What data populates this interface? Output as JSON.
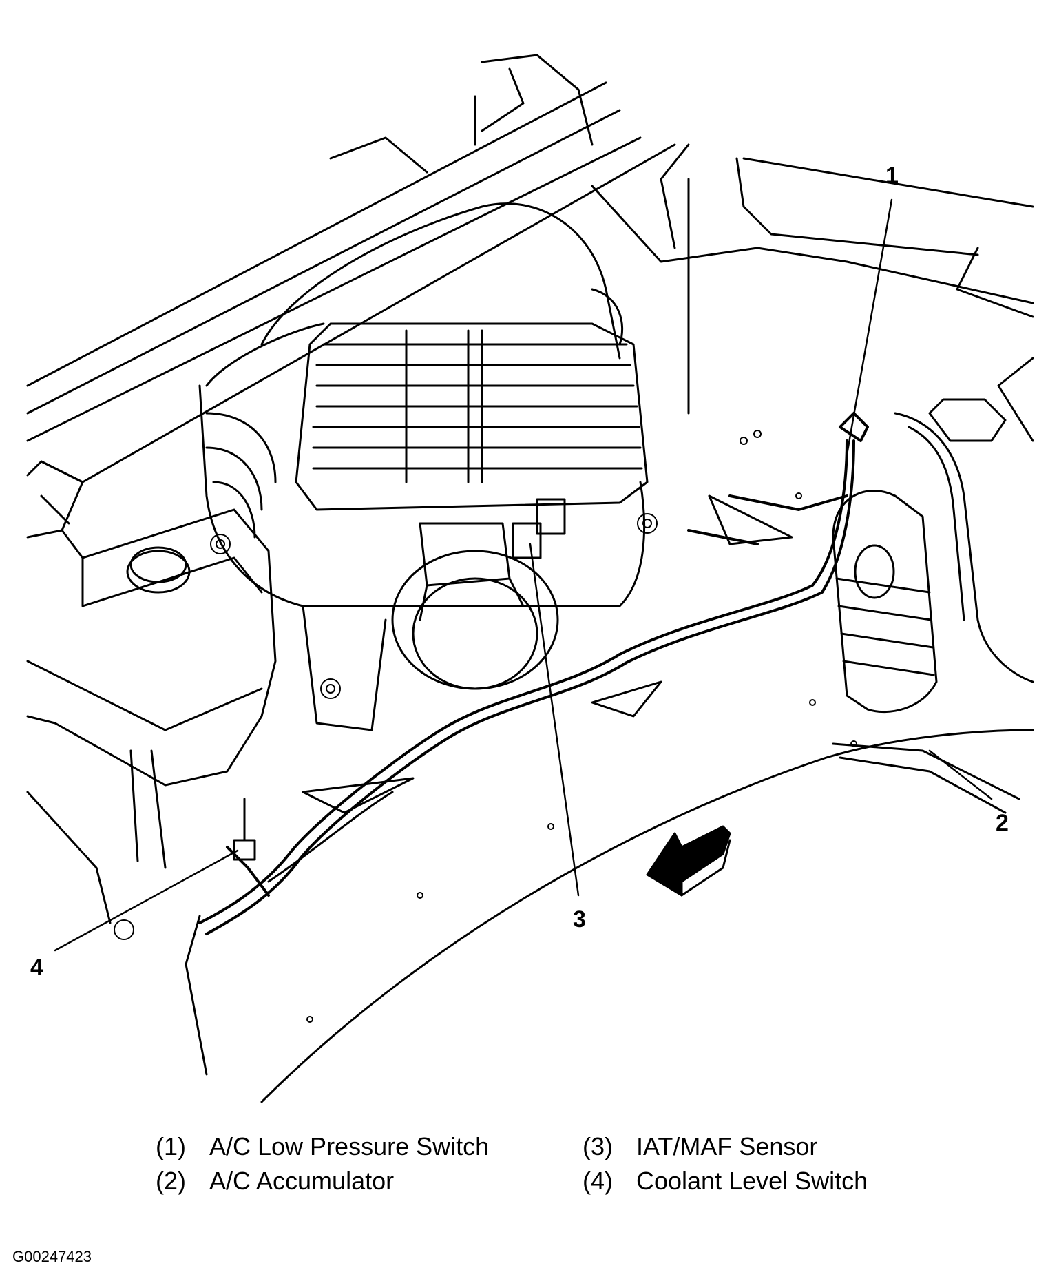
{
  "callouts": [
    {
      "number": "1",
      "label": "A/C Low Pressure Switch"
    },
    {
      "number": "2",
      "label": "A/C Accumulator"
    },
    {
      "number": "3",
      "label": "IAT/MAF Sensor"
    },
    {
      "number": "4",
      "label": "Coolant Level Switch"
    }
  ],
  "legend": [
    {
      "num": "(1)",
      "text": "A/C Low Pressure Switch"
    },
    {
      "num": "(2)",
      "text": "A/C Accumulator"
    },
    {
      "num": "(3)",
      "text": "IAT/MAF Sensor"
    },
    {
      "num": "(4)",
      "text": "Coolant Level Switch"
    }
  ],
  "figure_id": "G00247423"
}
